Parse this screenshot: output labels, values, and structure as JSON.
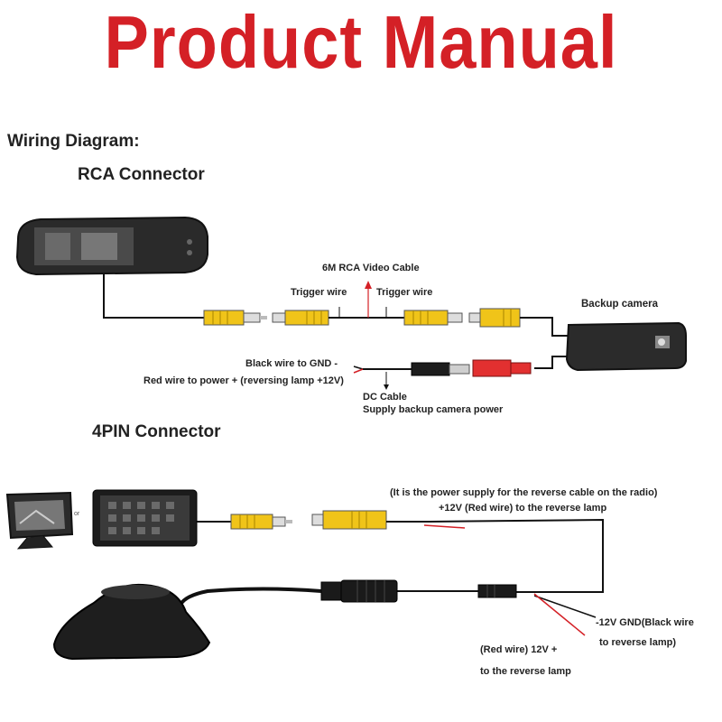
{
  "title": "Product Manual",
  "wiring_heading": "Wiring Diagram:",
  "rca": {
    "heading": "RCA Connector",
    "video_cable": "6M RCA Video Cable",
    "trigger_left": "Trigger wire",
    "trigger_right": "Trigger wire",
    "backup_camera": "Backup camera",
    "black_wire": "Black wire to GND -",
    "red_wire": "Red wire to power + (reversing lamp +12V)",
    "dc_cable": "DC Cable",
    "supply": "Supply backup camera power"
  },
  "pin4": {
    "heading": "4PIN Connector",
    "or_label": "or",
    "power_note": "(It is the power supply for the reverse cable on the radio)",
    "red_wire_top": "+12V (Red wire) to the reverse lamp",
    "gnd_line1": "-12V GND(Black wire",
    "gnd_line2": "to reverse lamp)",
    "red_wire_bottom_1": "(Red wire) 12V +",
    "red_wire_bottom_2": "to the reverse lamp"
  },
  "colors": {
    "title": "#d42026",
    "rca_yellow": "#f0c419",
    "rca_red": "#e23030",
    "wire": "#111111"
  },
  "icons": [
    "rearview-mirror-monitor",
    "dashboard-monitor",
    "android-head-unit",
    "backup-camera",
    "rca-plug",
    "dc-plug",
    "4pin-connector",
    "underbody-camera"
  ]
}
